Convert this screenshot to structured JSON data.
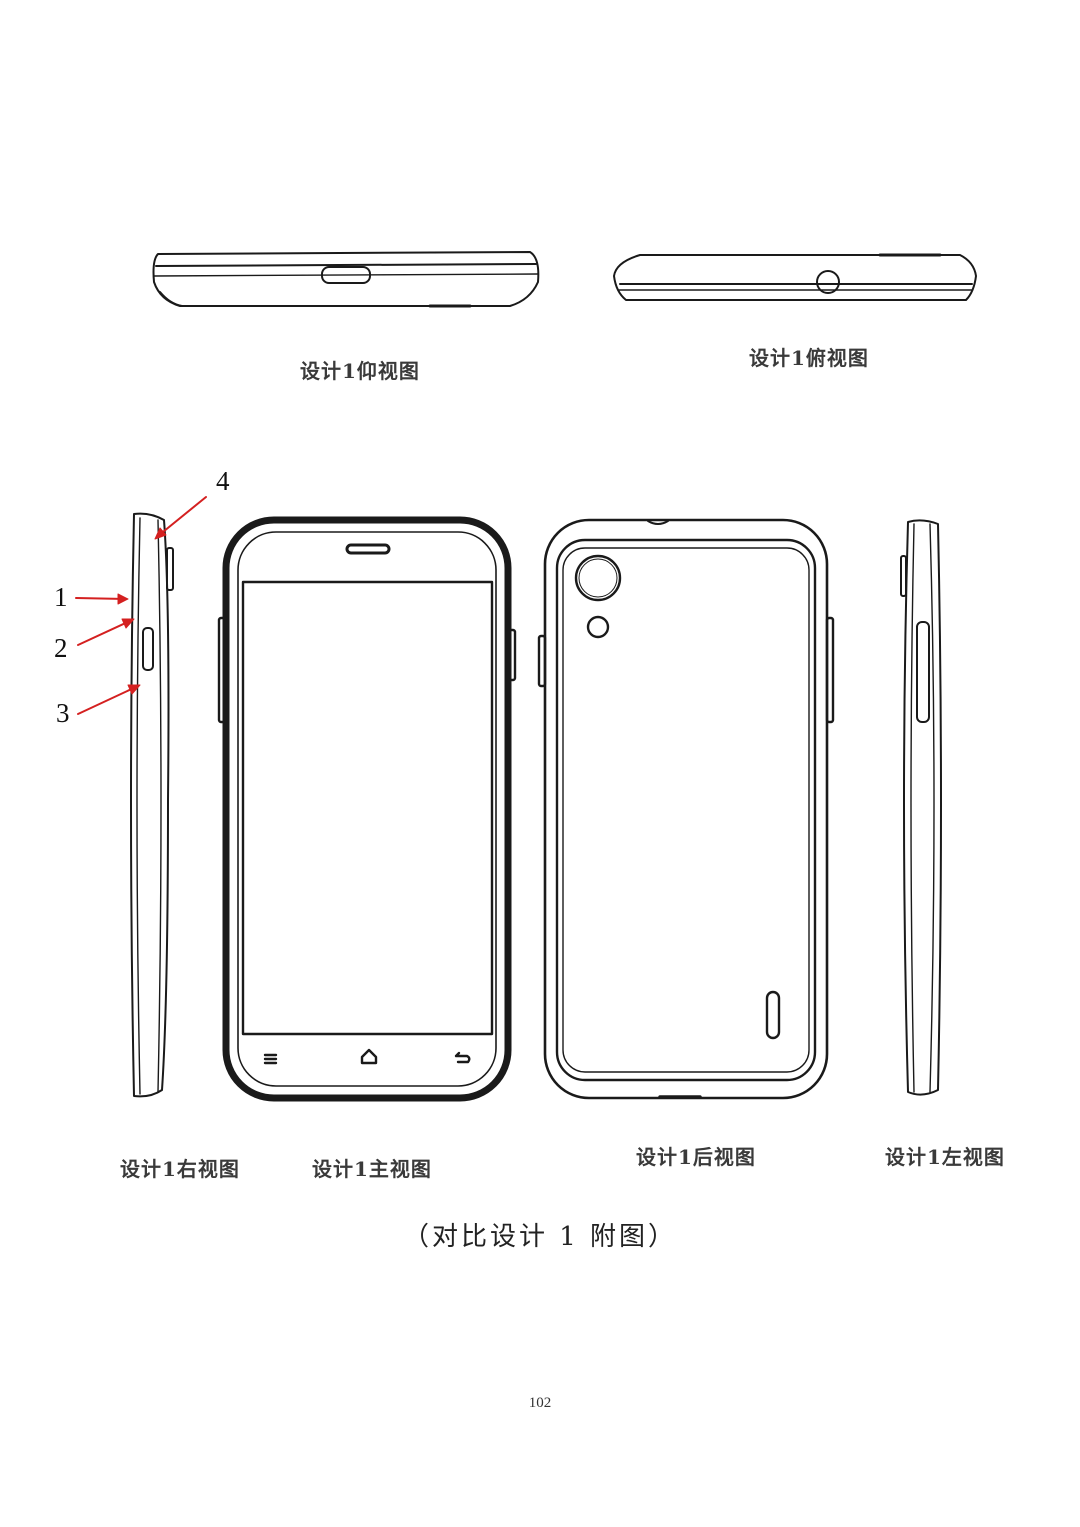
{
  "views": {
    "bottom_caption": "设计1仰视图",
    "top_caption": "设计1俯视图",
    "right_caption": "设计1右视图",
    "front_caption": "设计1主视图",
    "back_caption": "设计1后视图",
    "left_caption": "设计1左视图"
  },
  "callouts": [
    "1",
    "2",
    "3",
    "4"
  ],
  "figure_title": "（对比设计 1 附图）",
  "page_number": "102",
  "colors": {
    "line": "#1a1a1a",
    "arrow": "#d42020",
    "background": "#ffffff"
  }
}
